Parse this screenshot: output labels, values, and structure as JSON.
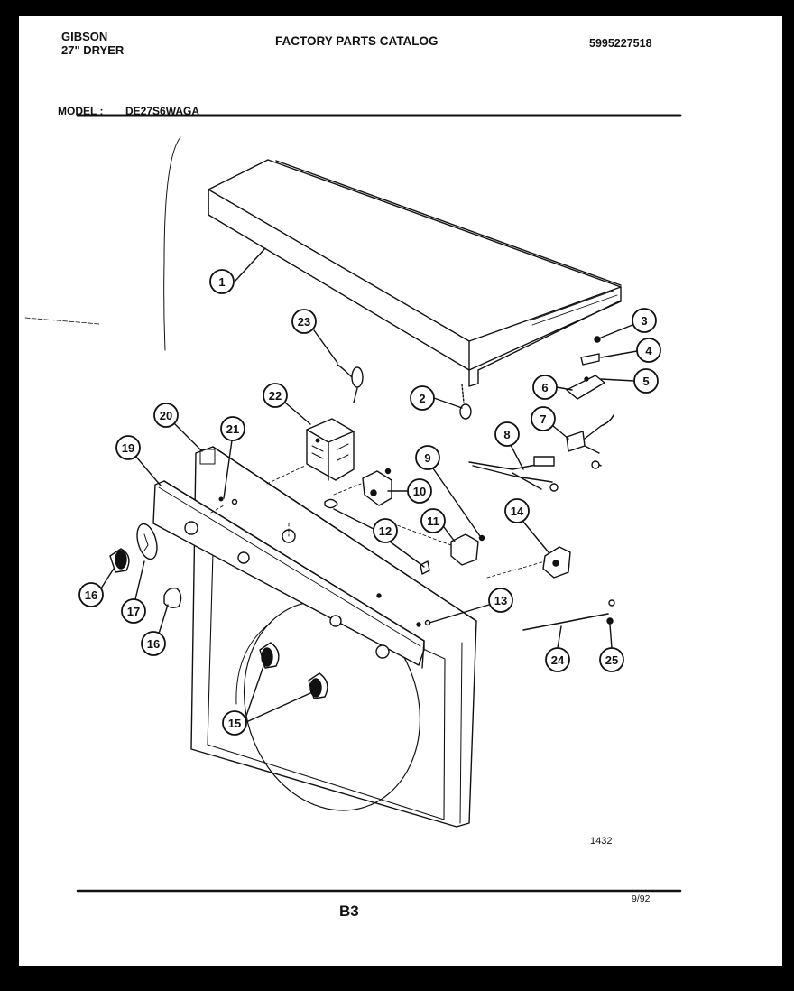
{
  "header": {
    "brand_line1": "GIBSON",
    "brand_line2": "27\" DRYER",
    "title": "FACTORY PARTS CATALOG",
    "catalog_number": "5995227518"
  },
  "model": {
    "label": "MODEL :",
    "value": "DE27S6WAGA"
  },
  "callouts": [
    "1",
    "2",
    "3",
    "4",
    "5",
    "6",
    "7",
    "8",
    "9",
    "10",
    "11",
    "12",
    "13",
    "14",
    "15",
    "16",
    "16",
    "17",
    "19",
    "20",
    "21",
    "22",
    "23",
    "24",
    "25"
  ],
  "footer": {
    "diagram_number": "1432",
    "page": "B3",
    "date": "9/92"
  }
}
